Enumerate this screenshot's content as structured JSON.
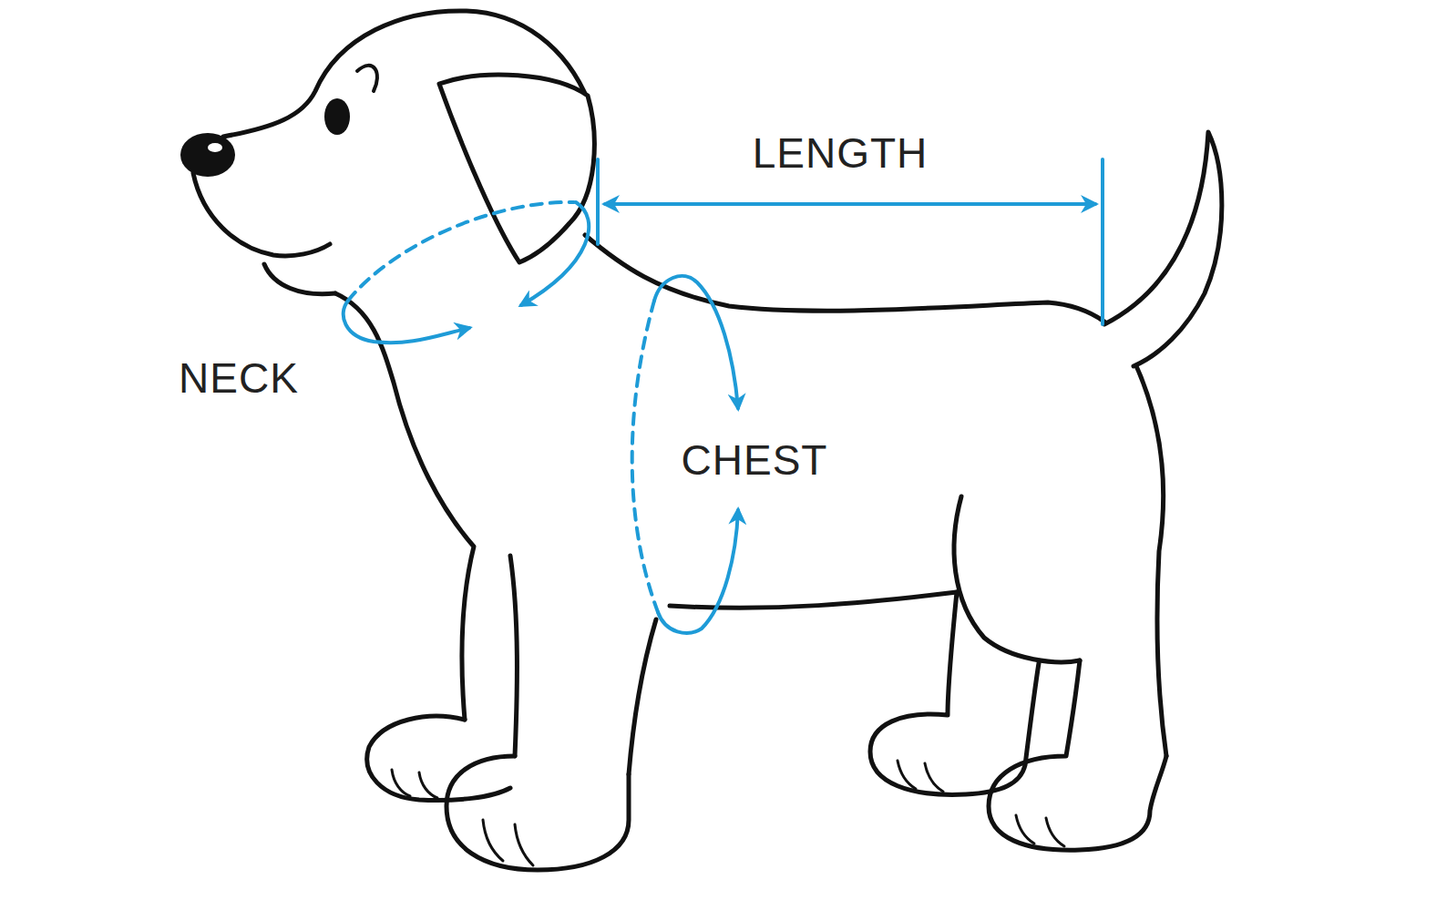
{
  "diagram": {
    "labels": [
      "LENGTH",
      "NECK",
      "CHEST"
    ]
  }
}
